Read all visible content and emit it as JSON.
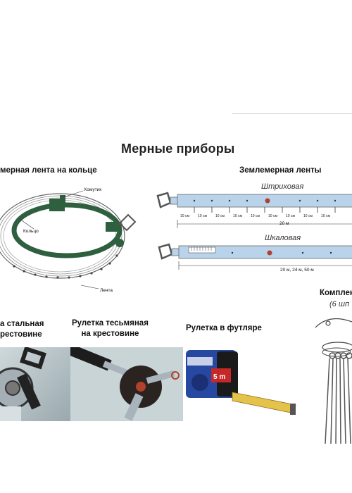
{
  "title": "Мерные приборы",
  "sections": {
    "ring_tape": {
      "heading": "мерная лента на кольце",
      "labels": {
        "clamp": "Хомутик",
        "ring": "Кольцо",
        "tape": "Лента"
      }
    },
    "land_tapes": {
      "heading": "Землемерная ленты",
      "stroke_type": "Штриховая",
      "scale_type": "Шкаловая",
      "segment_label": "10 см",
      "stroke_length": "20 м",
      "scale_lengths": "20 м, 24 м, 50 м"
    },
    "kit": {
      "heading": "Комплект",
      "subheading": "(6 шп"
    },
    "steel_tape": {
      "line1": "а стальная",
      "line2": "рестовине"
    },
    "fabric_tape": {
      "line1": "Рулетка тесьмяная",
      "line2": "на крестовине"
    },
    "case_tape": {
      "label": "Рулетка в футляре",
      "badge": "5 m"
    }
  },
  "colors": {
    "accent": "#2e5f3f",
    "tape_blue": "#b9d3ea",
    "stand_grey": "#a9b3bc",
    "case_blue": "#2748a0",
    "case_red": "#c62828",
    "blade_yellow": "#e5c34a"
  }
}
